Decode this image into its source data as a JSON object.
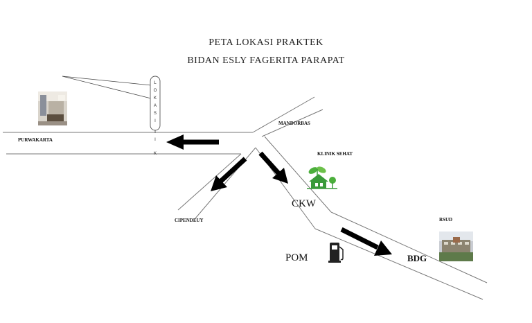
{
  "title": {
    "line1": "PETA  LOKASI PRAKTEK",
    "line2": "BIDAN ESLY FAGERITA PARAPAT"
  },
  "places": {
    "purwakarta": "PURWAKARTA",
    "mandorbas": "MANDORBAS",
    "klinik": "KLINIK SEHAT",
    "cipendeuy": "CIPENDEUY",
    "ckw": "CKW",
    "rsud": "RSUD",
    "pom": "POM",
    "bdg": "BDG"
  },
  "location_sign": {
    "letters": [
      "L",
      "O",
      "K",
      "A",
      "S",
      "I"
    ],
    "below_letters": [
      "I",
      "K"
    ]
  },
  "icons": {
    "clinic": "house-leaf-icon",
    "fuel": "fuel-pump-icon",
    "practice_photo": "room-photo",
    "hospital_photo": "hospital-photo",
    "clinic_color": "#3a9a3a"
  }
}
